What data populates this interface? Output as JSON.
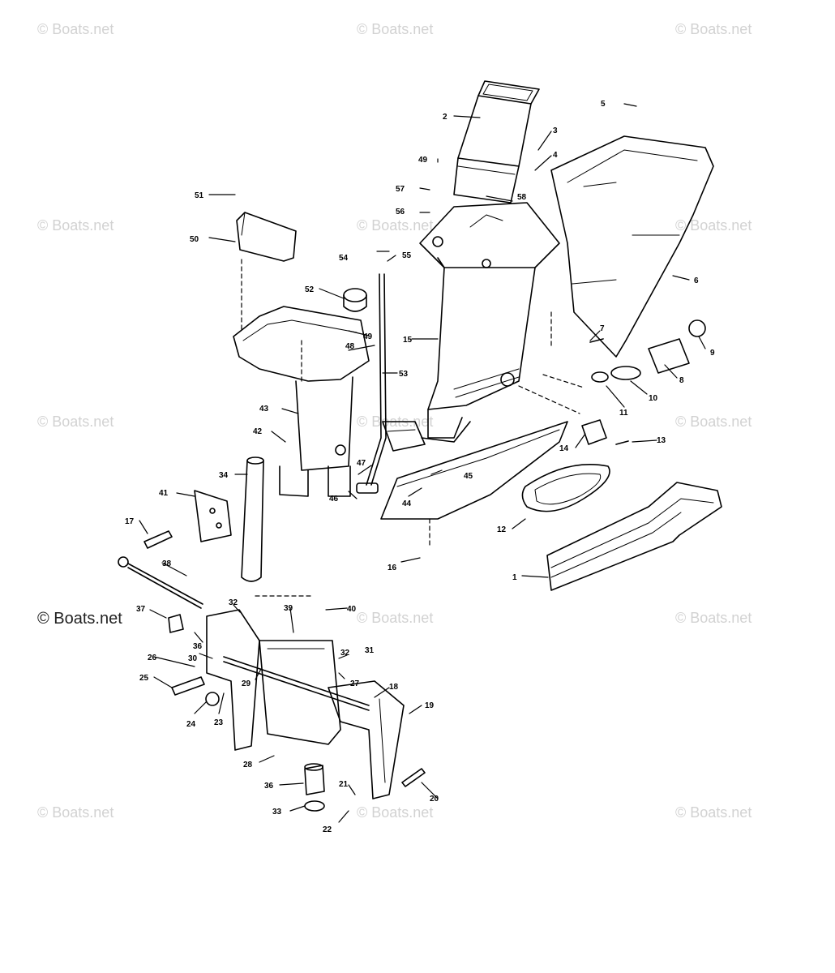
{
  "watermark": {
    "text": "© Boats.net",
    "color": "#d2d2d2",
    "emphasized_color": "#222222"
  },
  "part_numbers": [
    "1",
    "2",
    "3",
    "4",
    "5",
    "6",
    "7",
    "8",
    "9",
    "10",
    "11",
    "12",
    "13",
    "14",
    "15",
    "16",
    "17",
    "18",
    "19",
    "20",
    "21",
    "22",
    "23",
    "24",
    "25",
    "26",
    "27",
    "28",
    "29",
    "30",
    "31",
    "32",
    "32",
    "33",
    "34",
    "36",
    "36",
    "37",
    "38",
    "39",
    "40",
    "41",
    "42",
    "43",
    "44",
    "45",
    "46",
    "47",
    "48",
    "49",
    "49",
    "50",
    "51",
    "52",
    "53",
    "54",
    "55",
    "56",
    "57",
    "58"
  ]
}
